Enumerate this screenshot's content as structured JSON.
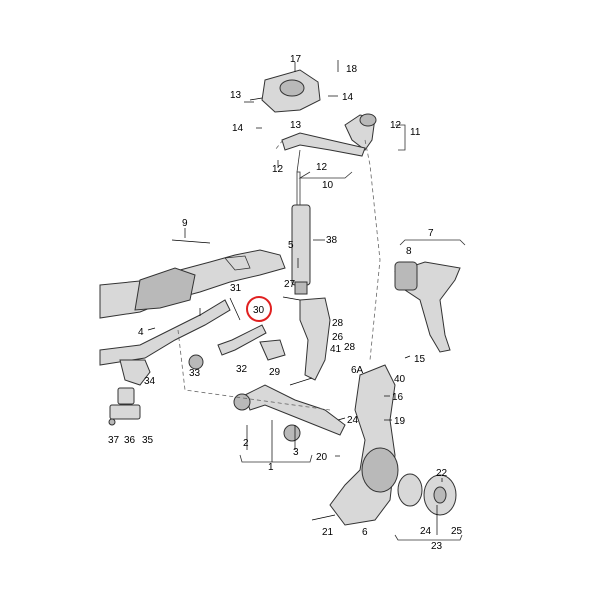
{
  "diagram": {
    "labels": [
      "17",
      "18",
      "13",
      "14",
      "14",
      "13",
      "12",
      "11",
      "12",
      "12",
      "10",
      "9",
      "38",
      "8",
      "7",
      "5",
      "31",
      "30",
      "27",
      "28",
      "26",
      "4",
      "33",
      "32",
      "41",
      "28",
      "6A",
      "15",
      "40",
      "29",
      "34",
      "2",
      "24",
      "16",
      "19",
      "37",
      "36",
      "35",
      "3",
      "20",
      "1",
      "22",
      "24",
      "25",
      "21",
      "6",
      "23"
    ],
    "highlight": {
      "label": "30",
      "color": "#e02020"
    },
    "colors": {
      "part_fill": "#d8d8d8",
      "part_dark": "#b9b9b9",
      "outline": "#333333"
    }
  }
}
